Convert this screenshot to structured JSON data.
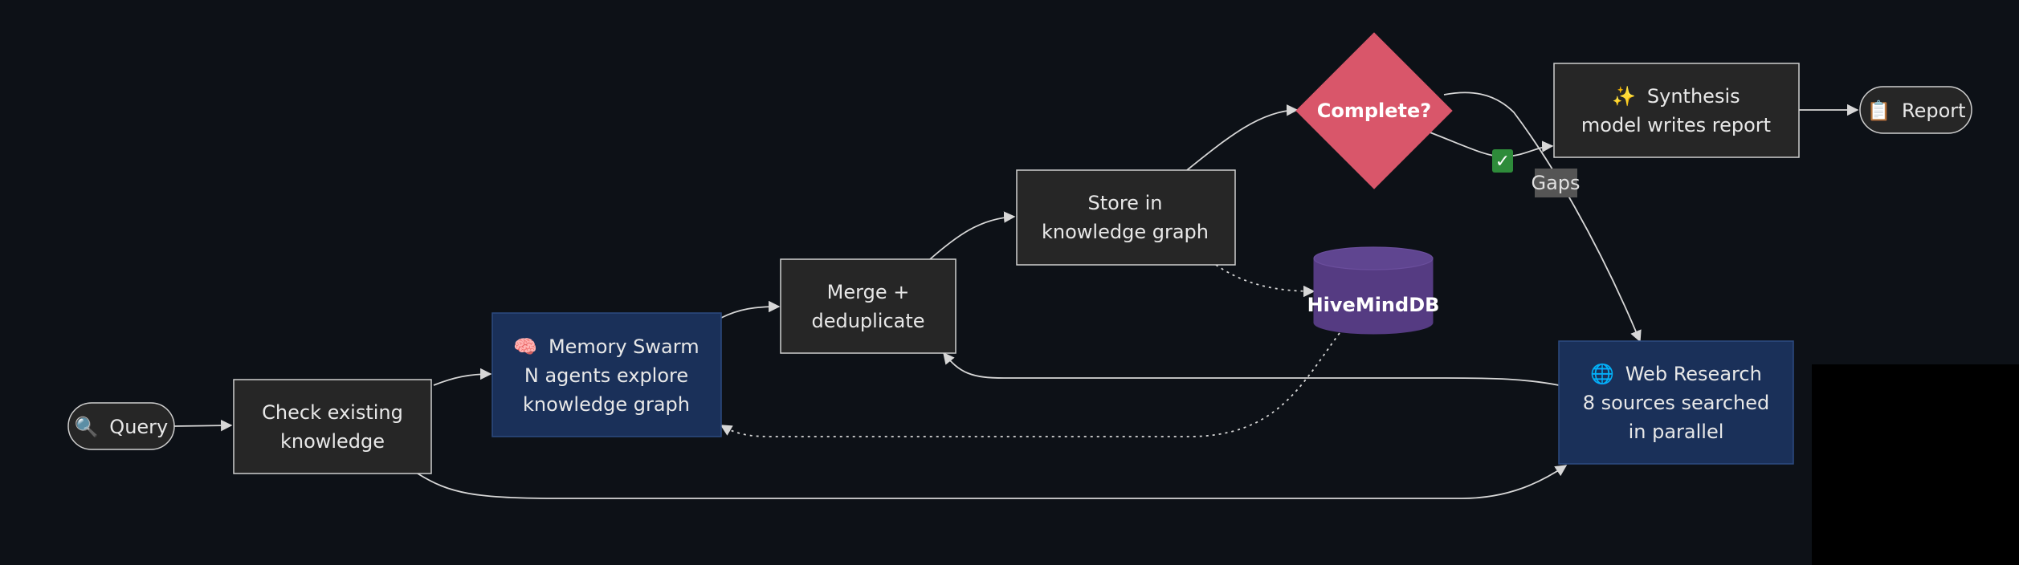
{
  "colors": {
    "background": "#0d1117",
    "gray_node_fill": "#262626",
    "gray_node_stroke": "#cfcfcf",
    "blue_node_fill": "#1a3059",
    "decision_fill": "#d9566a",
    "db_fill": "#553b82",
    "edge": "#d7d7d7",
    "label_bg": "#555555",
    "check_bg": "#2e8b3a"
  },
  "nodes": {
    "query": {
      "icon": "🔍",
      "line1": "Query"
    },
    "check": {
      "line1": "Check existing",
      "line2": "knowledge"
    },
    "swarm": {
      "icon": "🧠",
      "line1": "Memory Swarm",
      "line2": "N agents explore",
      "line3": "knowledge graph"
    },
    "merge": {
      "line1": "Merge +",
      "line2": "deduplicate"
    },
    "store": {
      "line1": "Store in",
      "line2": "knowledge graph"
    },
    "complete": {
      "line1": "Complete?"
    },
    "db": {
      "line1": "HiveMindDB"
    },
    "synthesis": {
      "icon": "✨",
      "line1": "Synthesis",
      "line2": "model writes report"
    },
    "report": {
      "icon": "📋",
      "line1": "Report"
    },
    "web": {
      "icon": "🌐",
      "line1": "Web Research",
      "line2": "8 sources searched",
      "line3": "in parallel"
    }
  },
  "edge_labels": {
    "yes": "✓",
    "gaps": "Gaps"
  }
}
